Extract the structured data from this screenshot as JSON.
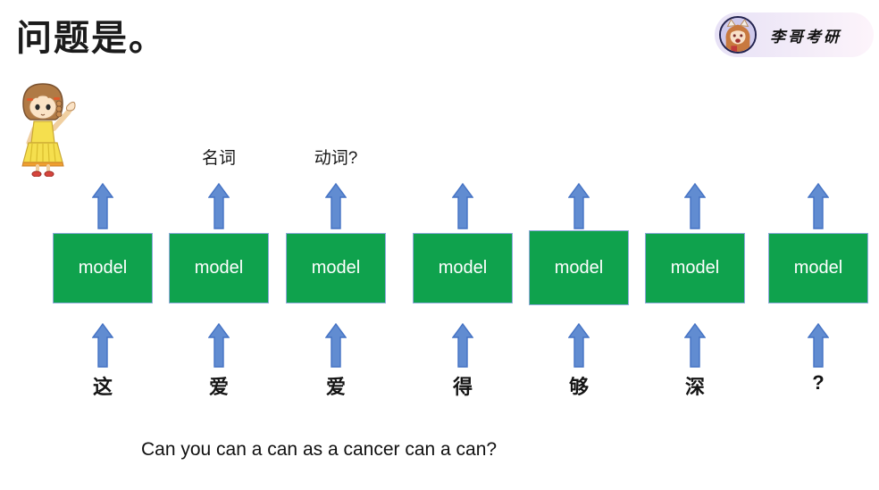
{
  "header": {
    "title": "问题是。",
    "badge": {
      "label": "李哥考研",
      "avatar_icon": "anime-girl-avatar"
    }
  },
  "illustrations": {
    "girl_icon": "cartoon-girl-raising-hand"
  },
  "diagram": {
    "model_label": "model",
    "arrow_icon": "up-arrow-icon",
    "columns": [
      {
        "top_label": "",
        "bottom_char": "这"
      },
      {
        "top_label": "名词",
        "bottom_char": "爱"
      },
      {
        "top_label": "动词?",
        "bottom_char": "爱"
      },
      {
        "top_label": "",
        "bottom_char": "得"
      },
      {
        "top_label": "",
        "bottom_char": "够"
      },
      {
        "top_label": "",
        "bottom_char": "深"
      },
      {
        "top_label": "",
        "bottom_char": "?"
      }
    ]
  },
  "footer": {
    "sentence": "Can you can a can as a cancer can a can?"
  },
  "colors": {
    "model_box_fill": "#0fa24d",
    "model_box_border": "#8faadc",
    "arrow_fill": "#618cd1",
    "arrow_stroke": "#4472c4",
    "badge_gradient_start": "#e7e1f6",
    "badge_gradient_end": "#fdf4fb",
    "text": "#141414"
  }
}
